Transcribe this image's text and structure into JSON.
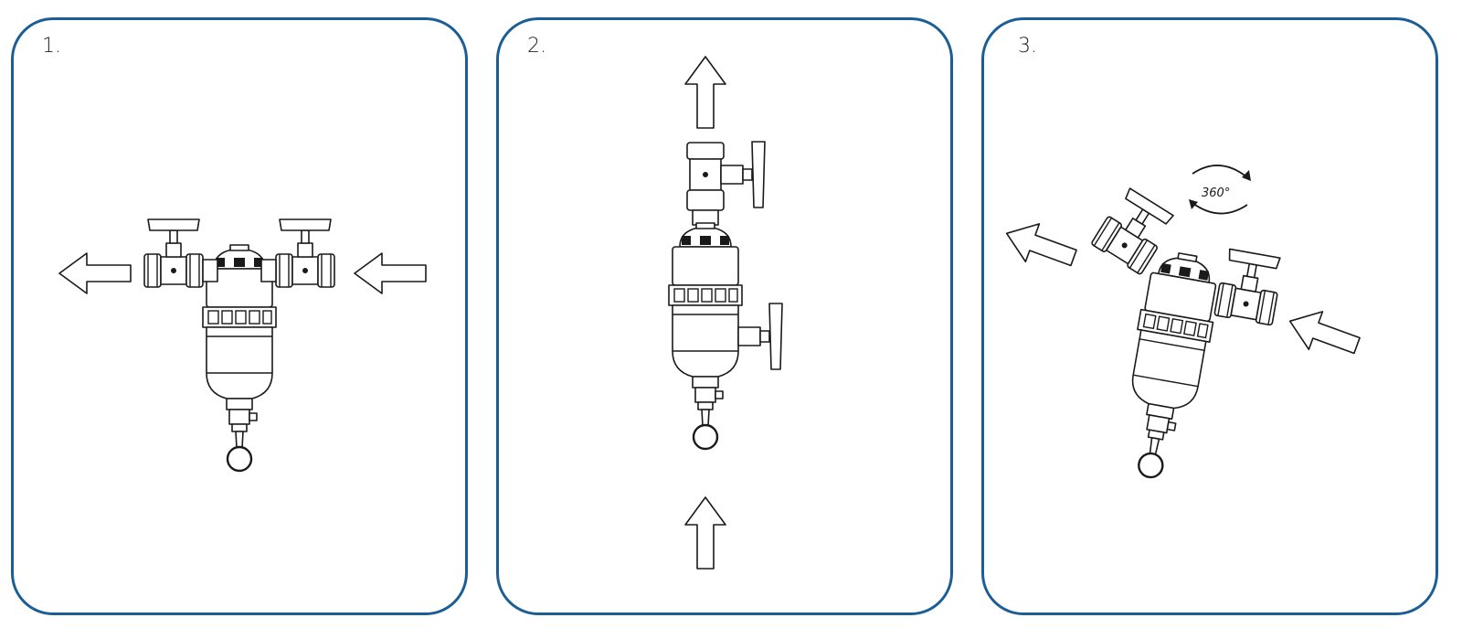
{
  "steps": [
    {
      "number": "1."
    },
    {
      "number": "2."
    },
    {
      "number": "3.",
      "rotation_label": "360°"
    }
  ],
  "colors": {
    "frame": "#1b5e96",
    "ink": "#1a1a1a"
  },
  "icons": [
    "flow-arrow-icon",
    "ball-valve-icon",
    "filter-body-icon",
    "drain-valve-icon",
    "rotate-icon"
  ]
}
